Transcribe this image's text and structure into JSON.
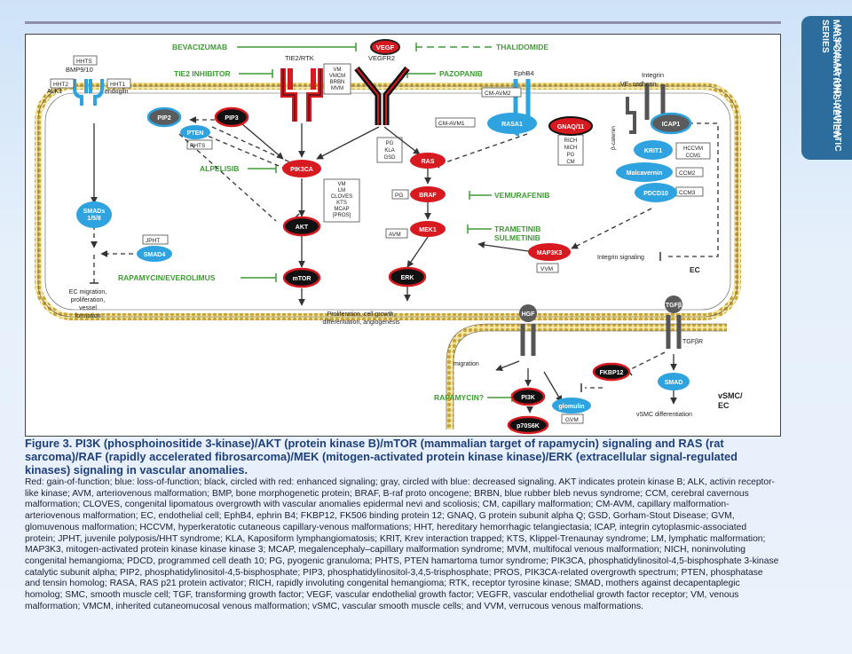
{
  "side_tab": {
    "line1": "VASCULAR AND LYMPHATIC",
    "line2": "MALFORMATIONS REVIEW SERIES"
  },
  "diagram": {
    "drugs": {
      "bevacizumab": "BEVACIZUMAB",
      "thalidomide": "THALIDOMIDE",
      "tie2_inhibitor": "TIE2 INHIBITOR",
      "pazopanib": "PAZOPANIB",
      "alpelisib": "ALPELISIB",
      "vemurafenib": "VEMURAFENIB",
      "trametinib": "TRAMETINIB",
      "sulmetinib": "SULMETINIB",
      "rapamycin_everolimus": "RAPAMYCIN/EVEROLIMUS",
      "rapamycin_q": "RAPAMYCIN?"
    },
    "receptors": {
      "tie2": "TIE2/RTK",
      "vegfr2": "VEGFR2",
      "ephb4": "EphB4",
      "integrin": "Integrin",
      "ve_cadherin": "VE-\ncadherin",
      "beta_catenin": "β-catenin",
      "bmp": "BMP9/10",
      "alk1": "ALK1",
      "endoglin": "endoglin",
      "tgfbr": "TGFβR"
    },
    "nodes": {
      "vegf": "VEGF",
      "pip2": "PIP2",
      "pip3": "PIP3",
      "pten": "PTEN",
      "pik3ca": "PIK3CA",
      "akt": "AKT",
      "mtor": "mTOR",
      "ras": "RAS",
      "braf": "BRAF",
      "mek1": "MEK1",
      "erk": "ERK",
      "rasa1": "RASA1",
      "gnaq": "GNAQ/11",
      "map3k3": "MAP3K3",
      "icap1": "ICAP1",
      "krit1": "KRIT1",
      "malcavernin": "Malcavernin",
      "pdcd10": "PDCD10",
      "smads158": "SMADs\n1/5/8",
      "smad4": "SMAD4",
      "hgf": "HGF",
      "pi3k": "PI3K",
      "p70s6k": "p70S6K",
      "glomulin": "glomulin",
      "fkbp12": "FKBP12",
      "tgfb": "TGFβ",
      "smad": "SMAD"
    },
    "boxes": {
      "hht2": "HHT2",
      "hhts": "HHTS",
      "hht1": "HHT1",
      "vm_list": "VM\nVMCM\nBRBN\nMVM",
      "cm_avm2": "CM-AVM2",
      "cm_avm1": "CM-AVM1",
      "phts": "PHTS",
      "pg_kla_gsd": "PG\nKLA\nGSD",
      "rich_list": "RICH\nNICH\nPG\nCM",
      "hccvm": "HCCVM\nCCM1",
      "ccm2": "CCM2",
      "ccm3": "CCM3",
      "pik_list": "VM\nLM\nCLOVES\nKTS\nMCAP\n[PROS]",
      "pg": "PG",
      "avm": "AVM",
      "jpht": "JPHT",
      "vvm": "VVM",
      "gvm": "GVM"
    },
    "labels": {
      "ec_migration": "EC migration,\nproliferation,\nvessel\nformation",
      "proliferation": "Proliferation, cell growth,\ndifferentiation, angiogenesis",
      "integrin_signaling": "Integrin signaling",
      "ec": "EC",
      "migration": "migration",
      "vsmc_diff": "vSMC differentiation",
      "vsmc_ec": "vSMC/\nEC"
    }
  },
  "caption": {
    "title": "Figure 3. PI3K (phosphoinositide 3-kinase)/AKT (protein kinase B)/mTOR (mammalian target of rapamycin) signaling and RAS (rat sarcoma)/RAF (rapidly accelerated fibrosarcoma)/MEK (mitogen-activated protein kinase kinase)/ERK (extracellular signal-regulated kinases) signaling in vascular anomalies.",
    "body": "Red: gain-of-function; blue: loss-of-function; black, circled with red: enhanced signaling; gray, circled with blue: decreased signaling. AKT indicates protein kinase B; ALK, activin receptor-like kinase; AVM, arteriovenous malformation; BMP, bone morphogenetic protein; BRAF, B-raf proto oncogene; BRBN, blue rubber bleb nevus syndrome; CCM, cerebral cavernous malformation; CLOVES, congenital lipomatous overgrowth with vascular anomalies epidermal nevi and scoliosis; CM, capillary malformation; CM-AVM, capillary malformation-arteriovenous malformation; EC, endothelial cell; EphB4, ephrin B4; FKBP12, FK506 binding protein 12; GNAQ, G protein subunit alpha Q; GSD, Gorham-Stout Disease; GVM, glomuvenous malformation; HCCVM, hyperkeratotic cutaneous capillary-venous malformations; HHT, hereditary hemorrhagic telangiectasia; ICAP, integrin cytoplasmic-associated protein; JPHT, juvenile polyposis/HHT syndrome; KLA, Kaposiform lymphangiomatosis; KRIT, Krev interaction trapped; KTS, Klippel-Trenaunay syndrome; LM, lymphatic malformation; MAP3K3, mitogen-activated protein kinase kinase kinase 3; MCAP, megalencephaly–capillary malformation syndrome; MVM, multifocal venous malformation; NICH, noninvoluting congenital hemangioma; PDCD, programmed cell death 10; PG, pyogenic granuloma; PHTS, PTEN hamartoma tumor syndrome; PIK3CA, phosphatidylinositol-4,5-bisphosphate 3-kinase catalytic subunit alpha; PIP2, phosphatidylinositol-4,5-bisphosphate; PIP3, phosphatidylinositol-3,4,5-trisphosphate; PROS, PIK3CA-related overgrowth spectrum; PTEN, phosphatase and tensin homolog; RASA, RAS p21 protein activator; RICH, rapidly involuting congenital hemangioma; RTK, receptor tyrosine kinase; SMAD, mothers against decapentaplegic homolog; SMC, smooth muscle cell; TGF, transforming growth factor; VEGF, vascular endothelial growth factor; VEGFR, vascular endothelial growth factor receptor; VM, venous malformation; VMCM, inherited cutaneomucosal venous malformation; vSMC, vascular smooth muscle cells; and VVM, verrucous venous malformations."
  }
}
